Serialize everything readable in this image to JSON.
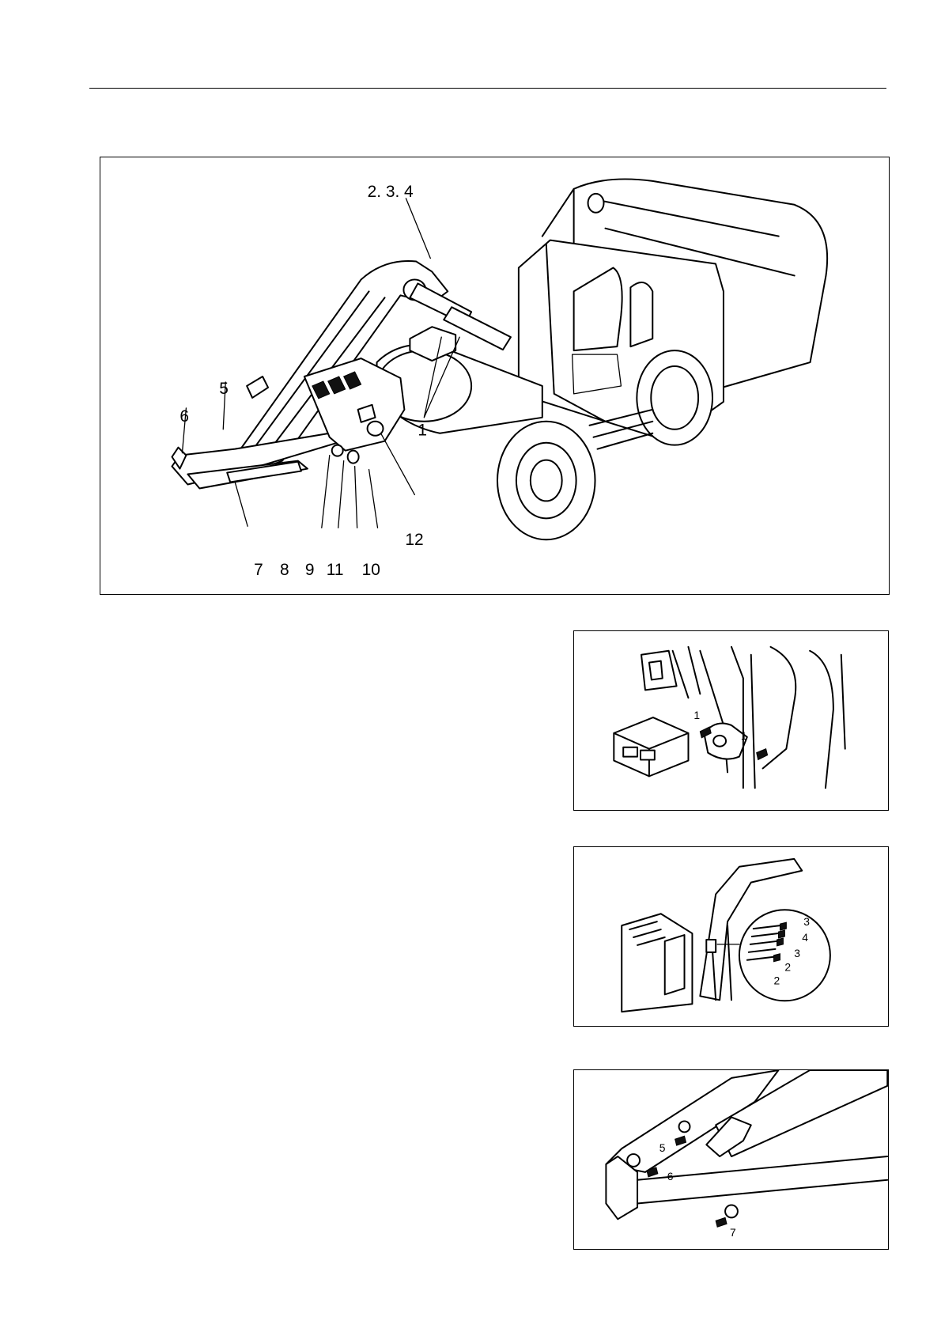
{
  "main_figure": {
    "callouts": {
      "c234": "2. 3. 4",
      "c1": "1",
      "c5": "5",
      "c6": "6",
      "c7": "7",
      "c8": "8",
      "c9": "9",
      "c11": "11",
      "c10": "10",
      "c12": "12"
    }
  },
  "detail_a": {
    "callouts": {
      "left1": "1",
      "center1": "1"
    }
  },
  "detail_b": {
    "callouts": {
      "a": "3",
      "b": "4",
      "c": "3",
      "d": "2",
      "e": "2"
    }
  },
  "detail_c": {
    "callouts": {
      "a": "5",
      "b": "6",
      "c": "7"
    }
  }
}
